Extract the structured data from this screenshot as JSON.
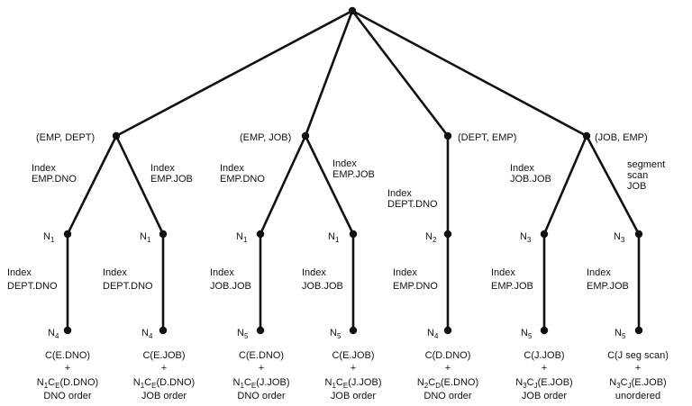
{
  "root": {},
  "pairs": [
    {
      "label": "(EMP, DEPT)"
    },
    {
      "label": "(EMP, JOB)"
    },
    {
      "label": "(DEPT, EMP)"
    },
    {
      "label": "(JOB, EMP)"
    }
  ],
  "branches": [
    {
      "edge1": [
        "Index",
        "EMP.DNO"
      ],
      "mid": {
        "n": "N",
        "sub": "1"
      },
      "edge2": [
        "Index",
        "DEPT.DNO"
      ],
      "leaf": {
        "n": "N",
        "sub": "4"
      },
      "cost": [
        {
          "parts": [
            [
              "C(E.DNO)",
              ""
            ]
          ]
        },
        {
          "parts": [
            [
              "+",
              ""
            ]
          ]
        },
        {
          "parts": [
            [
              "N",
              ""
            ],
            [
              "1",
              "sub"
            ],
            [
              "C",
              ""
            ],
            [
              "E",
              "sub"
            ],
            [
              "(D.DNO)",
              ""
            ]
          ]
        },
        {
          "parts": [
            [
              "DNO order",
              ""
            ]
          ]
        }
      ]
    },
    {
      "edge1": [
        "Index",
        "EMP.JOB"
      ],
      "mid": {
        "n": "N",
        "sub": "1"
      },
      "edge2": [
        "Index",
        "DEPT.DNO"
      ],
      "leaf": {
        "n": "N",
        "sub": "4"
      },
      "cost": [
        {
          "parts": [
            [
              "C(E.JOB)",
              ""
            ]
          ]
        },
        {
          "parts": [
            [
              "+",
              ""
            ]
          ]
        },
        {
          "parts": [
            [
              "N",
              ""
            ],
            [
              "1",
              "sub"
            ],
            [
              "C",
              ""
            ],
            [
              "E",
              "sub"
            ],
            [
              "(D.DNO)",
              ""
            ]
          ]
        },
        {
          "parts": [
            [
              "JOB order",
              ""
            ]
          ]
        }
      ]
    },
    {
      "edge1": [
        "Index",
        "EMP.DNO"
      ],
      "mid": {
        "n": "N",
        "sub": "1"
      },
      "edge2": [
        "Index",
        "JOB.JOB"
      ],
      "leaf": {
        "n": "N",
        "sub": "5"
      },
      "cost": [
        {
          "parts": [
            [
              "C(E.DNO)",
              ""
            ]
          ]
        },
        {
          "parts": [
            [
              "+",
              ""
            ]
          ]
        },
        {
          "parts": [
            [
              "N",
              ""
            ],
            [
              "1",
              "sub"
            ],
            [
              "C",
              ""
            ],
            [
              "E",
              "sub"
            ],
            [
              "(J.JOB)",
              ""
            ]
          ]
        },
        {
          "parts": [
            [
              "DNO order",
              ""
            ]
          ]
        }
      ]
    },
    {
      "edge1": [
        "Index",
        "EMP.JOB"
      ],
      "mid": {
        "n": "N",
        "sub": "1"
      },
      "edge2": [
        "Index",
        "JOB.JOB"
      ],
      "leaf": {
        "n": "N",
        "sub": "5"
      },
      "cost": [
        {
          "parts": [
            [
              "C(E.JOB)",
              ""
            ]
          ]
        },
        {
          "parts": [
            [
              "+",
              ""
            ]
          ]
        },
        {
          "parts": [
            [
              "N",
              ""
            ],
            [
              "1",
              "sub"
            ],
            [
              "C",
              ""
            ],
            [
              "E",
              "sub"
            ],
            [
              "(J.JOB)",
              ""
            ]
          ]
        },
        {
          "parts": [
            [
              "JOB order",
              ""
            ]
          ]
        }
      ]
    },
    {
      "edge1": [
        "Index",
        "DEPT.DNO"
      ],
      "mid": {
        "n": "N",
        "sub": "2"
      },
      "edge2": [
        "Index",
        "EMP.DNO"
      ],
      "leaf": {
        "n": "N",
        "sub": "4"
      },
      "cost": [
        {
          "parts": [
            [
              "C(D.DNO)",
              ""
            ]
          ]
        },
        {
          "parts": [
            [
              "+",
              ""
            ]
          ]
        },
        {
          "parts": [
            [
              "N",
              ""
            ],
            [
              "2",
              "sub"
            ],
            [
              "C",
              ""
            ],
            [
              "D",
              "sub"
            ],
            [
              "(E.DNO)",
              ""
            ]
          ]
        },
        {
          "parts": [
            [
              "DNO order",
              ""
            ]
          ]
        }
      ]
    },
    {
      "edge1": [
        "Index",
        "JOB.JOB"
      ],
      "mid": {
        "n": "N",
        "sub": "3"
      },
      "edge2": [
        "Index",
        "EMP.JOB"
      ],
      "leaf": {
        "n": "N",
        "sub": "5"
      },
      "cost": [
        {
          "parts": [
            [
              "C(J.JOB)",
              ""
            ]
          ]
        },
        {
          "parts": [
            [
              "+",
              ""
            ]
          ]
        },
        {
          "parts": [
            [
              "N",
              ""
            ],
            [
              "3",
              "sub"
            ],
            [
              "C",
              ""
            ],
            [
              "J",
              "sub"
            ],
            [
              "(E.JOB)",
              ""
            ]
          ]
        },
        {
          "parts": [
            [
              "JOB order",
              ""
            ]
          ]
        }
      ]
    },
    {
      "edge1": [
        "segment",
        "scan",
        "JOB"
      ],
      "mid": {
        "n": "N",
        "sub": "3"
      },
      "edge2": [
        "Index",
        "EMP.JOB"
      ],
      "leaf": {
        "n": "N",
        "sub": "5"
      },
      "cost": [
        {
          "parts": [
            [
              "C(J seg scan)",
              ""
            ]
          ]
        },
        {
          "parts": [
            [
              "+",
              ""
            ]
          ]
        },
        {
          "parts": [
            [
              "N",
              ""
            ],
            [
              "3",
              "sub"
            ],
            [
              "C",
              ""
            ],
            [
              "J",
              "sub"
            ],
            [
              "(E.JOB)",
              ""
            ]
          ]
        },
        {
          "parts": [
            [
              "unordered",
              ""
            ]
          ]
        }
      ]
    }
  ]
}
